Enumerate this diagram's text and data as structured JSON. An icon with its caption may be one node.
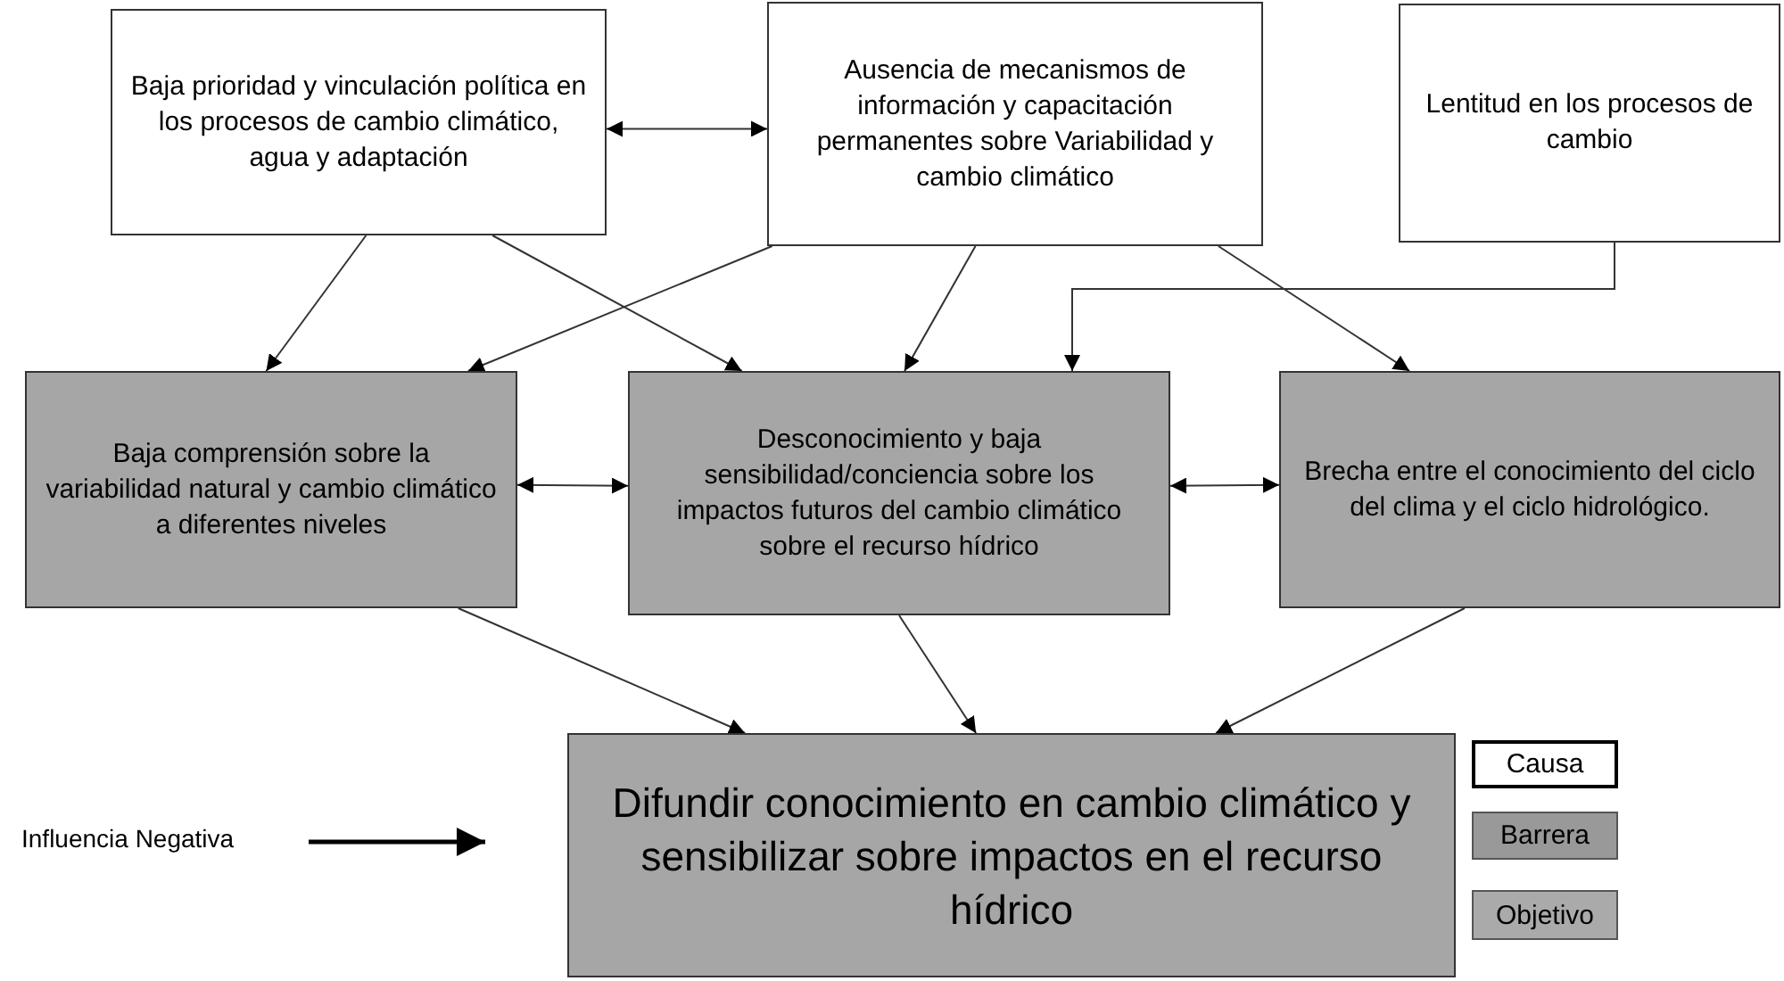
{
  "diagram": {
    "nodes": [
      {
        "text": [
          "Baja prioridad y vinculación política en los procesos de cambio climático, agua y adaptación"
        ]
      },
      {
        "text": [
          "Ausencia de mecanismos de información y capacitación permanentes sobre Variabilidad y cambio climático"
        ]
      },
      {
        "text": [
          "Lentitud en los procesos de cambio"
        ]
      },
      {
        "text": [
          "Baja comprensión sobre la variabilidad natural y cambio climático a diferentes niveles"
        ]
      },
      {
        "text": [
          "Desconocimiento y baja sensibilidad/conciencia sobre los impactos futuros del cambio climático sobre el recurso hídrico"
        ]
      },
      {
        "text": [
          "Brecha entre el conocimiento del ciclo del clima y el ciclo hidrológico."
        ]
      },
      {
        "text": [
          "Difundir conocimiento en cambio climático y sensibilizar sobre impactos en el recurso hídrico"
        ]
      }
    ],
    "edges": [
      {
        "from": 0,
        "to": 1,
        "arrow": "both"
      },
      {
        "from": 0,
        "to": 3,
        "arrow": "to"
      },
      {
        "from": 0,
        "to": 4,
        "arrow": "to"
      },
      {
        "from": 1,
        "to": 3,
        "arrow": "to"
      },
      {
        "from": 1,
        "to": 4,
        "arrow": "to"
      },
      {
        "from": 1,
        "to": 5,
        "arrow": "to"
      },
      {
        "from": 2,
        "to": 4,
        "arrow": "to"
      },
      {
        "from": 3,
        "to": 4,
        "arrow": "both"
      },
      {
        "from": 4,
        "to": 5,
        "arrow": "both"
      },
      {
        "from": 3,
        "to": 6,
        "arrow": "to"
      },
      {
        "from": 4,
        "to": 6,
        "arrow": "to"
      },
      {
        "from": 5,
        "to": 6,
        "arrow": "to"
      }
    ],
    "legend": [
      {
        "text": "Influencia Negativa"
      },
      {
        "text": "Causa",
        "color": "#ffffff"
      },
      {
        "text": "Barrera",
        "color": "#999999"
      },
      {
        "text": "Objetivo",
        "color": "#aaaaaa"
      }
    ]
  }
}
